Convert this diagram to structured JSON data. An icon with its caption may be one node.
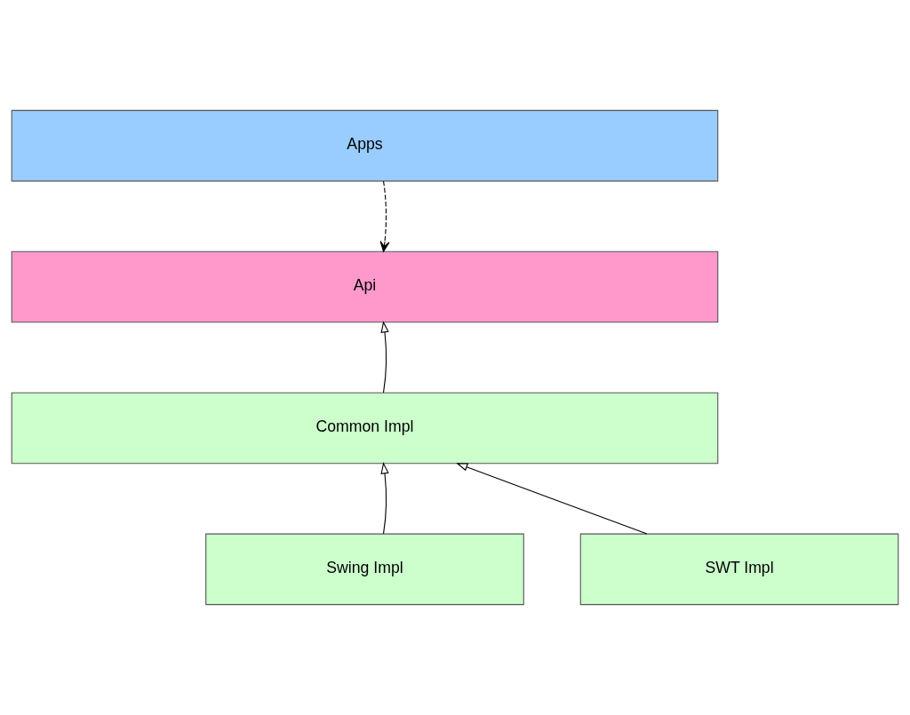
{
  "diagram": {
    "nodes": [
      {
        "text": [
          "Apps"
        ]
      },
      {
        "text": [
          "Api"
        ]
      },
      {
        "text": [
          "Common Impl"
        ]
      },
      {
        "text": [
          "Swing Impl"
        ]
      },
      {
        "text": [
          "SWT Impl"
        ]
      }
    ],
    "edges": [
      {
        "from": 0,
        "to": 1,
        "arrow": "to",
        "style": "dashed"
      },
      {
        "from": 2,
        "to": 1,
        "arrow": "to"
      },
      {
        "from": 3,
        "to": 2,
        "arrow": "to"
      },
      {
        "from": 4,
        "to": 2,
        "arrow": "to"
      }
    ]
  }
}
